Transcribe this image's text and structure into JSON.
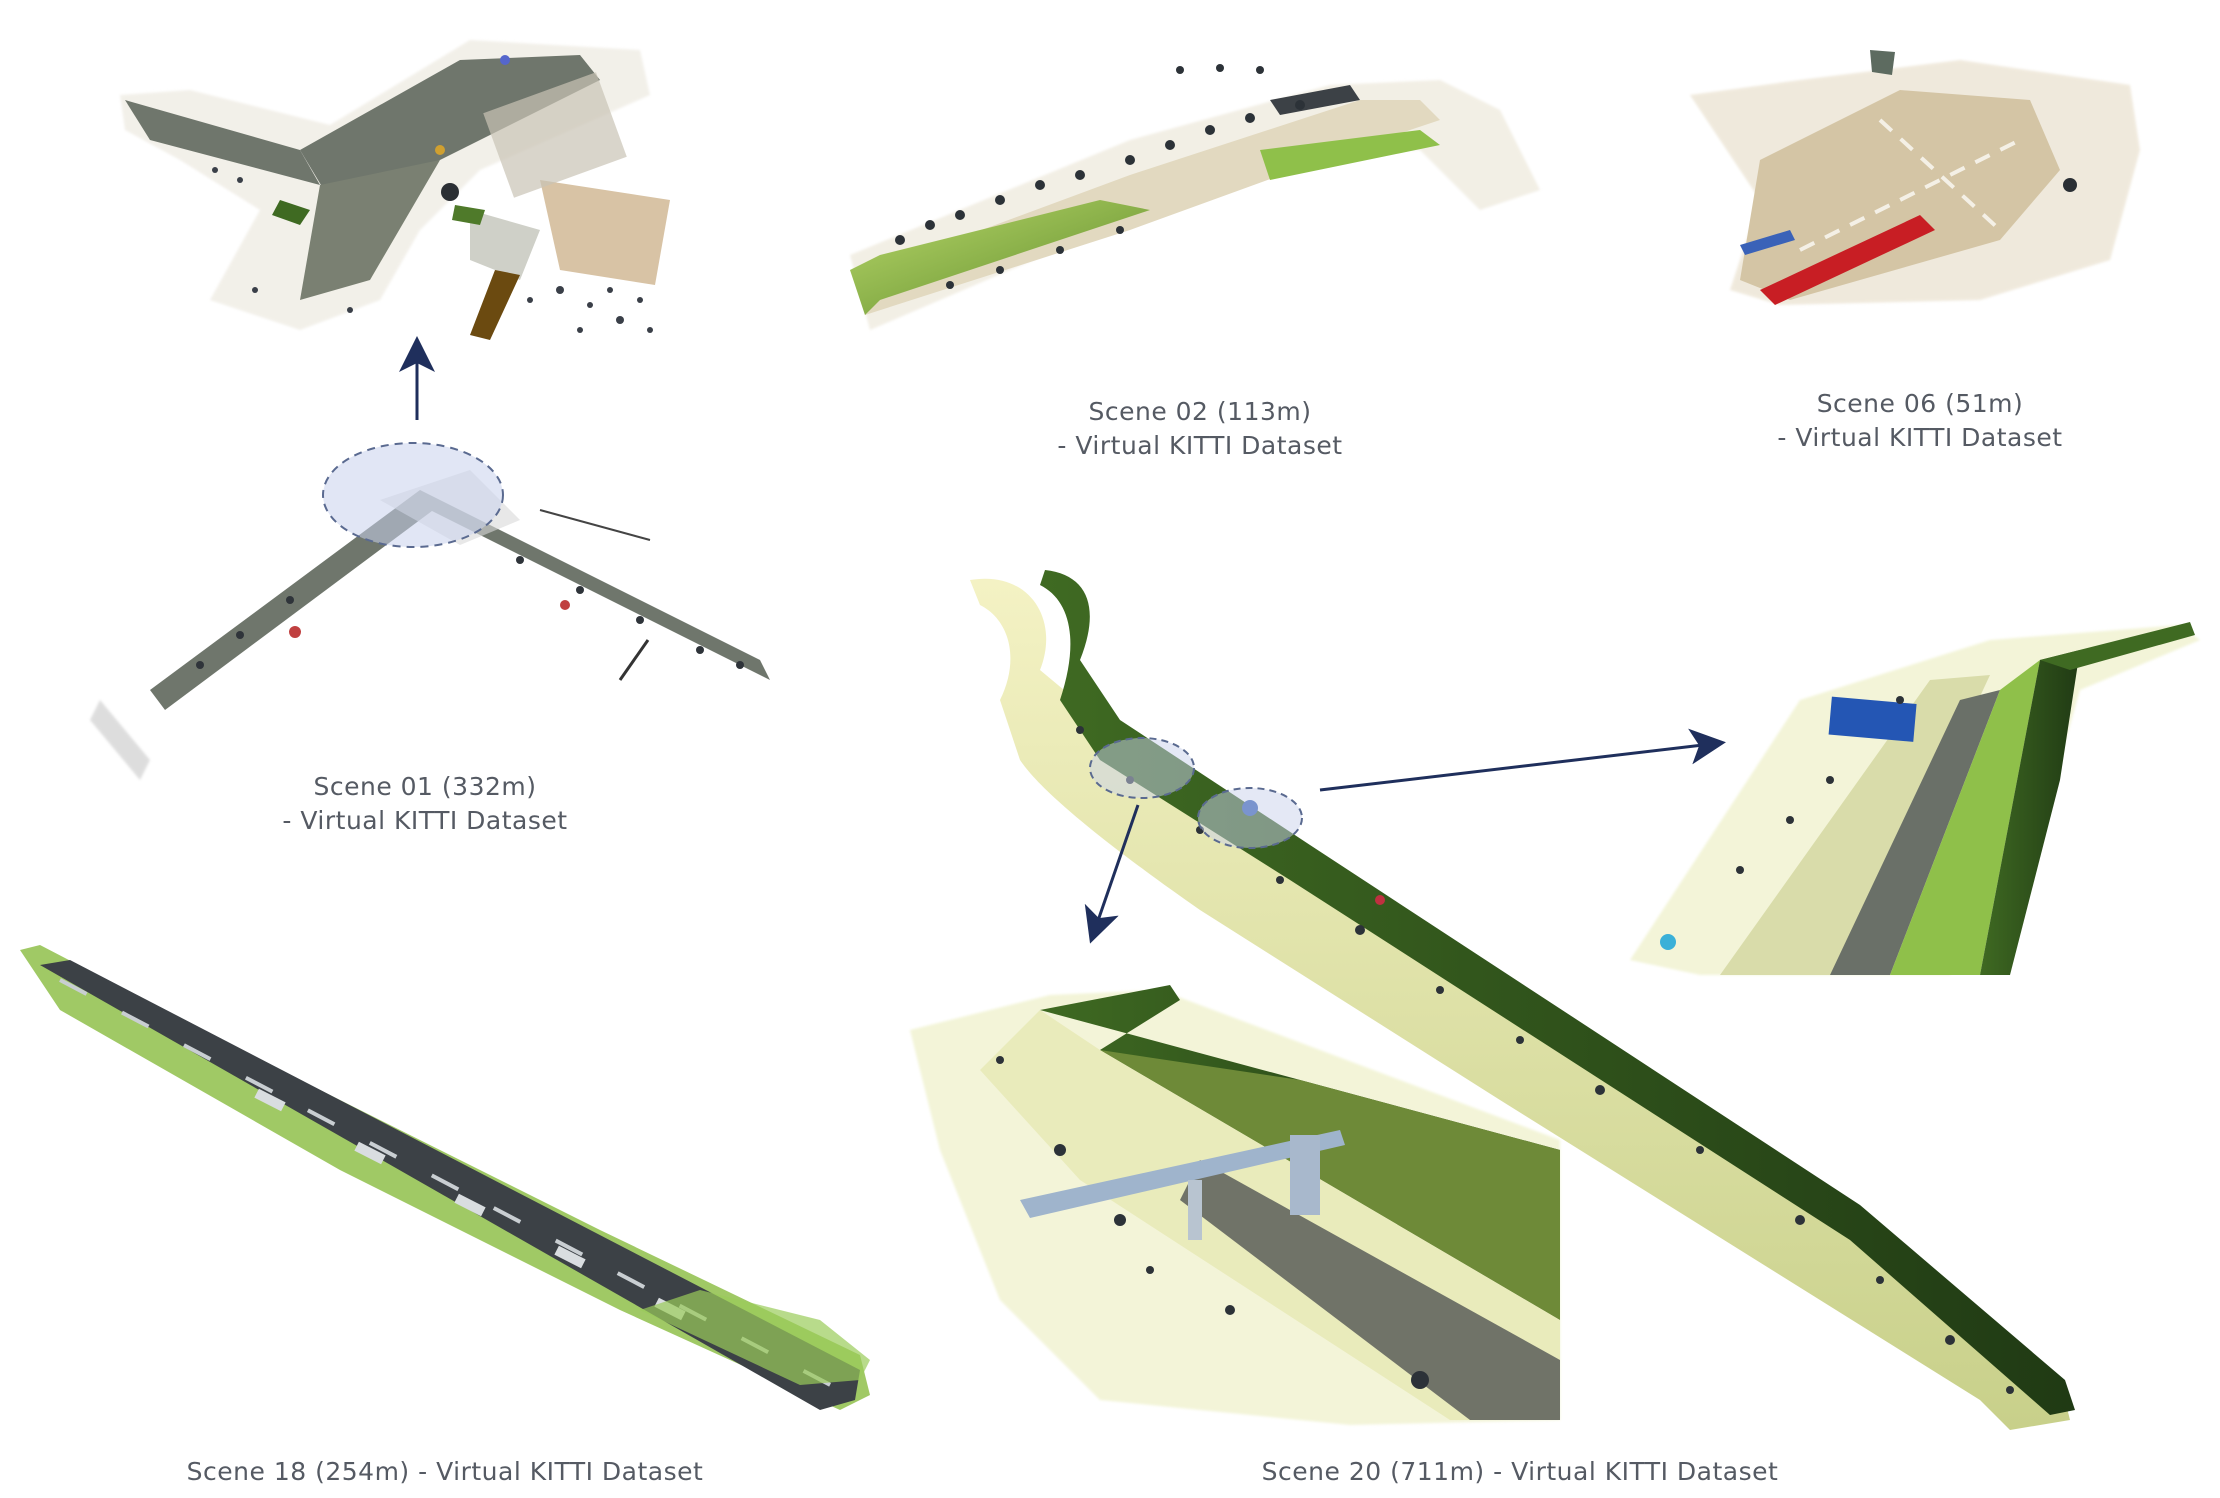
{
  "captions": {
    "scene01": {
      "line1": "Scene 01 (332m)",
      "line2": "- Virtual KITTI Dataset"
    },
    "scene02": {
      "line1": "Scene 02 (113m)",
      "line2": "- Virtual KITTI Dataset"
    },
    "scene06": {
      "line1": "Scene 06 (51m)",
      "line2": "- Virtual KITTI Dataset"
    },
    "scene18": {
      "line1": "Scene 18 (254m) - Virtual KITTI Dataset"
    },
    "scene20": {
      "line1": "Scene 20 (711m) - Virtual KITTI Dataset"
    }
  },
  "colors": {
    "road": "#6f766c",
    "asphalt": "#3c4146",
    "grass": "#8fc04a",
    "dark_grass": "#2f4f1e",
    "sand": "#d8c8a8",
    "pale": "#eef0c8",
    "arrow": "#1f2f5c",
    "highlight": "#c9d2ec",
    "caption_text": "#555a63"
  }
}
